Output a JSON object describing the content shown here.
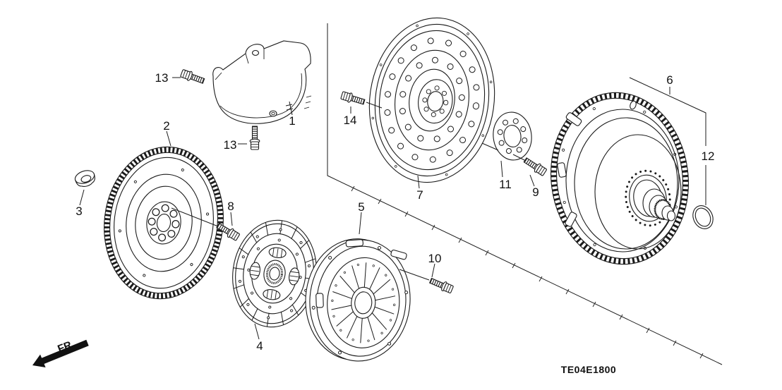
{
  "diagram": {
    "code": "TE04E1800",
    "front_label": "FR.",
    "parts": {
      "p1": "1",
      "p2": "2",
      "p3": "3",
      "p4": "4",
      "p5": "5",
      "p6": "6",
      "p7": "7",
      "p8": "8",
      "p9": "9",
      "p10": "10",
      "p11": "11",
      "p12": "12",
      "p13a": "13",
      "p13b": "13",
      "p14": "14"
    }
  }
}
